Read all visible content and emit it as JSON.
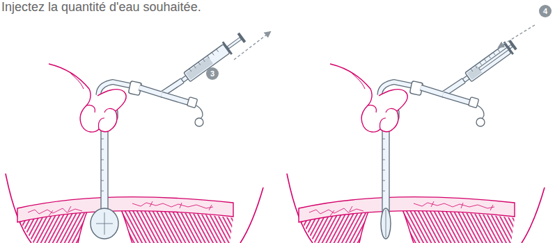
{
  "diagram": {
    "labels": [
      "Injectez la quantité d'eau souhaitée.",
      "3",
      "4"
    ]
  }
}
